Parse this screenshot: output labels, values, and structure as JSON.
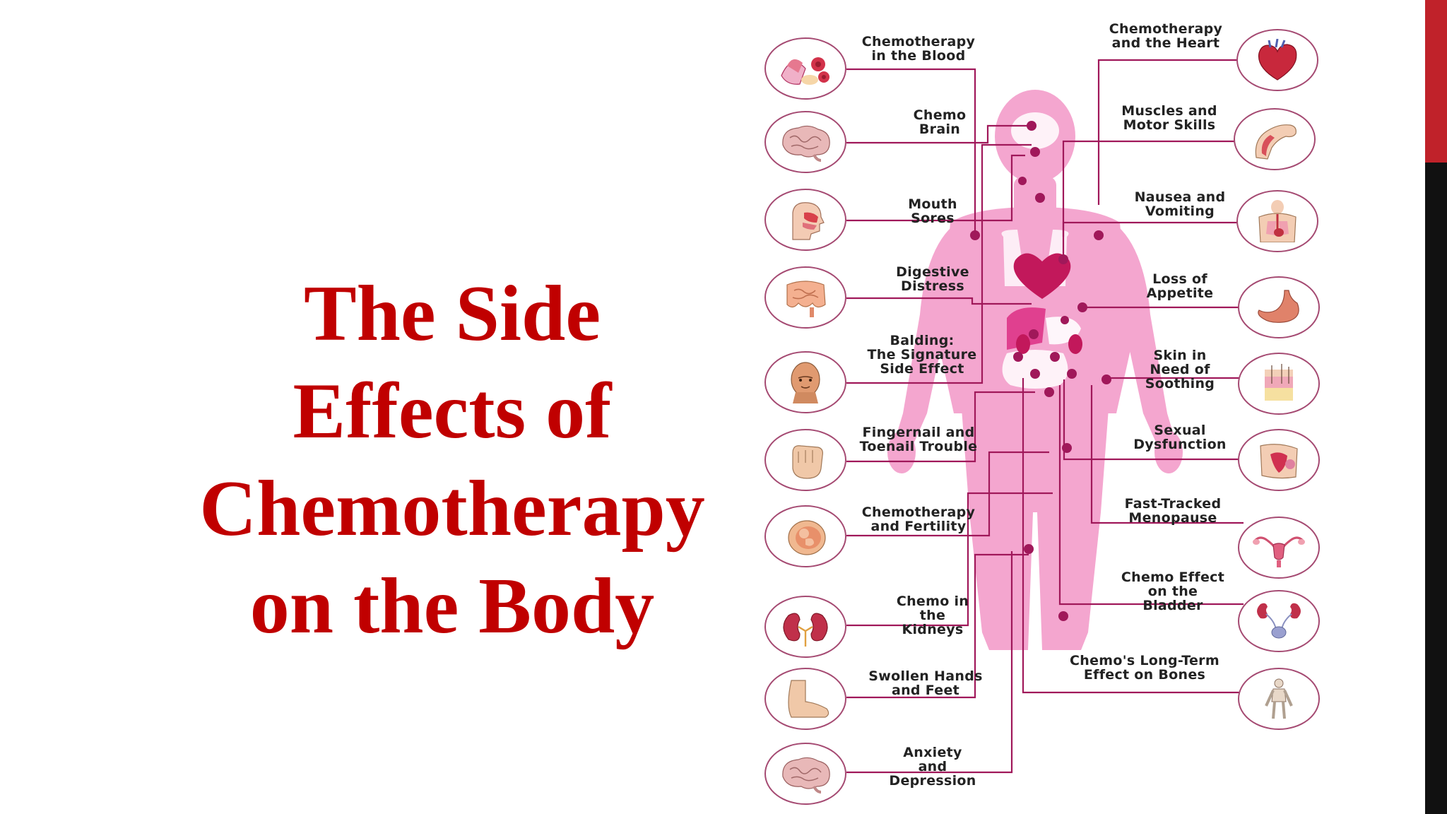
{
  "slide": {
    "title_lines": [
      "The Side",
      "Effects of",
      "Chemotherapy",
      "on the Body"
    ],
    "colors": {
      "title": "#c00000",
      "body": "#f4a6cf",
      "connector": "#a0185a",
      "accent_bar": "#c0222a",
      "dark_bar": "#111111"
    }
  },
  "effects": {
    "blood": {
      "l1": "Chemotherapy",
      "l2": "in the Blood",
      "icon": "blood-cells-icon"
    },
    "brain": {
      "l1": "Chemo",
      "l2": "Brain",
      "icon": "brain-icon"
    },
    "mouth": {
      "l1": "Mouth",
      "l2": "Sores",
      "icon": "mouth-cross-section-icon"
    },
    "digestive": {
      "l1": "Digestive",
      "l2": "Distress",
      "icon": "intestines-icon"
    },
    "balding": {
      "l1": "Balding:",
      "l2": "The Signature",
      "l3": "Side Effect",
      "icon": "bald-head-icon"
    },
    "nails": {
      "l1": "Fingernail and",
      "l2": "Toenail Trouble",
      "icon": "fist-icon"
    },
    "fertility": {
      "l1": "Chemotherapy",
      "l2": "and Fertility",
      "icon": "fetus-icon"
    },
    "kidneys": {
      "l1": "Chemo in",
      "l2": "the",
      "l3": "Kidneys",
      "icon": "kidneys-icon"
    },
    "swollen": {
      "l1": "Swollen Hands",
      "l2": "and Feet",
      "icon": "foot-icon"
    },
    "anxiety": {
      "l1": "Anxiety",
      "l2": "and",
      "l3": "Depression",
      "icon": "brain-icon"
    },
    "heart": {
      "l1": "Chemotherapy",
      "l2": "and the Heart",
      "icon": "heart-icon"
    },
    "muscles": {
      "l1": "Muscles and",
      "l2": "Motor Skills",
      "icon": "arm-muscle-icon"
    },
    "nausea": {
      "l1": "Nausea and",
      "l2": "Vomiting",
      "icon": "torso-organs-icon"
    },
    "appetite": {
      "l1": "Loss of",
      "l2": "Appetite",
      "icon": "stomach-icon"
    },
    "skin": {
      "l1": "Skin in",
      "l2": "Need of",
      "l3": "Soothing",
      "icon": "skin-layers-icon"
    },
    "sexual": {
      "l1": "Sexual",
      "l2": "Dysfunction",
      "icon": "pelvis-icon"
    },
    "menopause": {
      "l1": "Fast-Tracked",
      "l2": "Menopause",
      "icon": "uterus-icon"
    },
    "bladder": {
      "l1": "Chemo Effect",
      "l2": "on the",
      "l3": "Bladder",
      "icon": "urinary-system-icon"
    },
    "bones": {
      "l1": "Chemo's Long-Term",
      "l2": "Effect on Bones",
      "icon": "skeleton-icon"
    }
  }
}
